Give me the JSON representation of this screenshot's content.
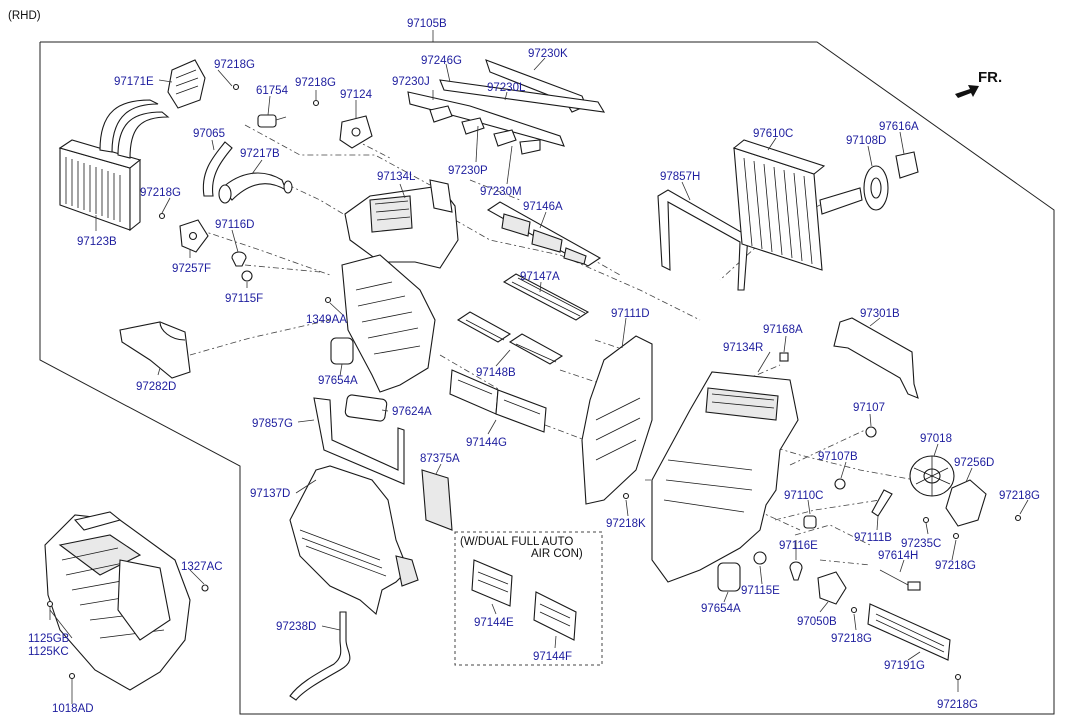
{
  "header": {
    "variant": "(RHD)",
    "direction": "FR."
  },
  "assembly_number": "97105B",
  "option_box": {
    "title_line1": "(W/DUAL FULL AUTO",
    "title_line2": "AIR CON)"
  },
  "colors": {
    "label": "#1d1d9e",
    "line": "#1a1a1a",
    "background": "#ffffff"
  },
  "labels": [
    {
      "id": "97171E",
      "text": "97171E"
    },
    {
      "id": "97218G_a",
      "text": "97218G"
    },
    {
      "id": "61754",
      "text": "61754"
    },
    {
      "id": "97218G_b",
      "text": "97218G"
    },
    {
      "id": "97124",
      "text": "97124"
    },
    {
      "id": "97065",
      "text": "97065"
    },
    {
      "id": "97217B",
      "text": "97217B"
    },
    {
      "id": "97218G_c",
      "text": "97218G"
    },
    {
      "id": "97123B",
      "text": "97123B"
    },
    {
      "id": "97116D",
      "text": "97116D"
    },
    {
      "id": "97257F",
      "text": "97257F"
    },
    {
      "id": "97115F",
      "text": "97115F"
    },
    {
      "id": "1349AA",
      "text": "1349AA"
    },
    {
      "id": "97282D",
      "text": "97282D"
    },
    {
      "id": "97654A_a",
      "text": "97654A"
    },
    {
      "id": "97624A",
      "text": "97624A"
    },
    {
      "id": "97857G",
      "text": "97857G"
    },
    {
      "id": "97137D",
      "text": "97137D"
    },
    {
      "id": "97238D",
      "text": "97238D"
    },
    {
      "id": "1327AC",
      "text": "1327AC"
    },
    {
      "id": "1125GB",
      "text": "1125GB"
    },
    {
      "id": "1125KC",
      "text": "1125KC"
    },
    {
      "id": "1018AD",
      "text": "1018AD"
    },
    {
      "id": "97230J",
      "text": "97230J"
    },
    {
      "id": "97246G",
      "text": "97246G"
    },
    {
      "id": "97230K",
      "text": "97230K"
    },
    {
      "id": "97230L",
      "text": "97230L"
    },
    {
      "id": "97230P",
      "text": "97230P"
    },
    {
      "id": "97230M",
      "text": "97230M"
    },
    {
      "id": "97134L",
      "text": "97134L"
    },
    {
      "id": "97146A",
      "text": "97146A"
    },
    {
      "id": "97147A",
      "text": "97147A"
    },
    {
      "id": "97148B",
      "text": "97148B"
    },
    {
      "id": "97144G",
      "text": "97144G"
    },
    {
      "id": "87375A",
      "text": "87375A"
    },
    {
      "id": "97144E",
      "text": "97144E"
    },
    {
      "id": "97144F",
      "text": "97144F"
    },
    {
      "id": "97111D",
      "text": "97111D"
    },
    {
      "id": "97218K",
      "text": "97218K"
    },
    {
      "id": "97857H",
      "text": "97857H"
    },
    {
      "id": "97610C",
      "text": "97610C"
    },
    {
      "id": "97108D",
      "text": "97108D"
    },
    {
      "id": "97616A",
      "text": "97616A"
    },
    {
      "id": "97168A",
      "text": "97168A"
    },
    {
      "id": "97134R",
      "text": "97134R"
    },
    {
      "id": "97301B",
      "text": "97301B"
    },
    {
      "id": "97107",
      "text": "97107"
    },
    {
      "id": "97107B",
      "text": "97107B"
    },
    {
      "id": "97018",
      "text": "97018"
    },
    {
      "id": "97256D",
      "text": "97256D"
    },
    {
      "id": "97218G_d",
      "text": "97218G"
    },
    {
      "id": "97110C",
      "text": "97110C"
    },
    {
      "id": "97111B",
      "text": "97111B"
    },
    {
      "id": "97235C",
      "text": "97235C"
    },
    {
      "id": "97218G_e",
      "text": "97218G"
    },
    {
      "id": "97116E",
      "text": "97116E"
    },
    {
      "id": "97614H",
      "text": "97614H"
    },
    {
      "id": "97115E",
      "text": "97115E"
    },
    {
      "id": "97654A_b",
      "text": "97654A"
    },
    {
      "id": "97050B",
      "text": "97050B"
    },
    {
      "id": "97218G_f",
      "text": "97218G"
    },
    {
      "id": "97191G",
      "text": "97191G"
    },
    {
      "id": "97218G_g",
      "text": "97218G"
    }
  ]
}
